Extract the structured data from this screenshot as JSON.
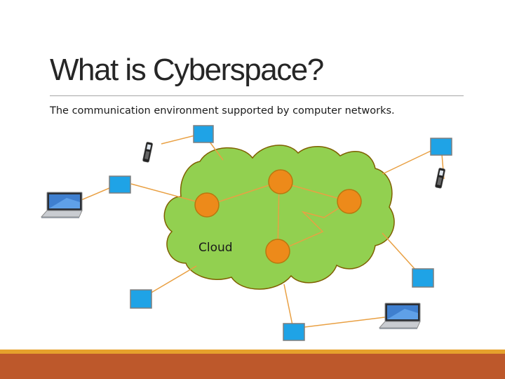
{
  "slide": {
    "title": "What is Cyberspace?",
    "subtitle": "The communication environment supported by computer networks."
  },
  "diagram": {
    "cloud_label": "Cloud",
    "colors": {
      "cloud_fill": "#92d050",
      "cloud_stroke": "#7f6000",
      "router_fill": "#ed8a1a",
      "router_stroke": "#b9770e",
      "terminal_fill": "#1fa3e6",
      "terminal_stroke": "#7f7f7f",
      "link": "#e9a043",
      "footer_accent": "#e6a12c",
      "footer": "#bd582b"
    },
    "icons": [
      "router-node",
      "terminal-node",
      "laptop-icon",
      "mobile-phone-icon"
    ]
  }
}
